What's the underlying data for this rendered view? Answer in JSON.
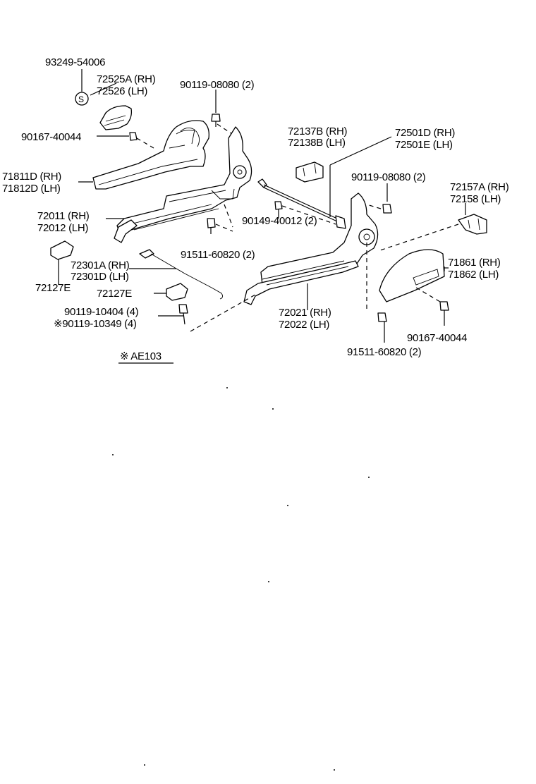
{
  "callouts": {
    "p93249": "93249-54006",
    "p72525a": "72525A (RH)",
    "p72526": "72526   (LH)",
    "p90119_08080_a": "90119-08080 (2)",
    "p90167_40044_a": "90167-40044",
    "p71811d": "71811D (RH)",
    "p71812d": "71812D (LH)",
    "p72137b": "72137B (RH)",
    "p72138b": "72138B (LH)",
    "p72501d": "72501D (RH)",
    "p72501e": "72501E (LH)",
    "p90119_08080_b": "90119-08080 (2)",
    "p72157a": "72157A (RH)",
    "p72158": "72158   (LH)",
    "p72011": "72011 (RH)",
    "p72012": "72012 (LH)",
    "p90149_40012": "90149-40012 (2)",
    "p91511_60820_a": "91511-60820 (2)",
    "p72301a": "72301A (RH)",
    "p72301d": "72301D (LH)",
    "p72127e_a": "72127E",
    "p72127e_b": "72127E",
    "p90119_10404": "90119-10404 (4)",
    "p90119_10349": "※90119-10349 (4)",
    "p72021": "72021 (RH)",
    "p72022": "72022 (LH)",
    "p71861": "71861 (RH)",
    "p71862": "71862 (LH)",
    "p90167_40044_b": "90167-40044",
    "p91511_60820_b": "91511-60820 (2)",
    "note_ae103": "※ AE103",
    "washer_symbol": "S"
  }
}
